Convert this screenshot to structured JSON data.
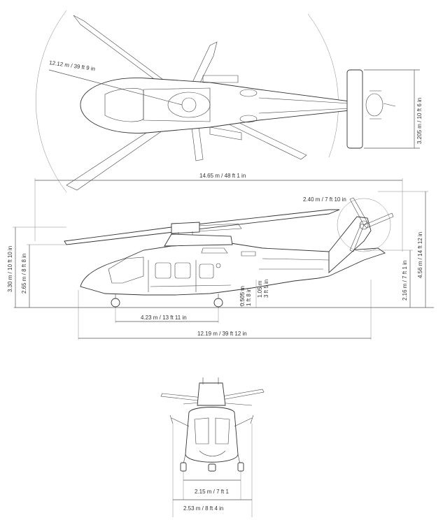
{
  "dimensions": {
    "rotor_diameter_top": "12.12 m / 39 ft 9 in",
    "tail_height_top": "3.205 m / 10 ft 6 in",
    "overall_length": "14.65 m / 48 ft 1 in",
    "tail_rotor_diameter": "2.40 m / 7 ft 10 in",
    "overall_height": "3.30 m / 10 ft 10 in",
    "main_rotor_height": "2.65 m / 8 ft 8 in",
    "tail_overall_height": "4.56 m / 14 ft 12 in",
    "tail_rotor_clearance": "2.16 m / 7 ft 1 in",
    "ground_clearance_a": "0.505 m",
    "ground_clearance_a_imperial": "1 ft 8 in",
    "ground_clearance_b": "1.05 m",
    "ground_clearance_b_imperial": "3 ft 5 in",
    "wheelbase": "4.23 m / 13 ft 11 in",
    "fuselage_length": "12.19 m / 39 ft 12 in",
    "wheel_track": "2.15 m / 7 ft 1",
    "overall_width": "2.53 m / 8 ft 4 in"
  }
}
